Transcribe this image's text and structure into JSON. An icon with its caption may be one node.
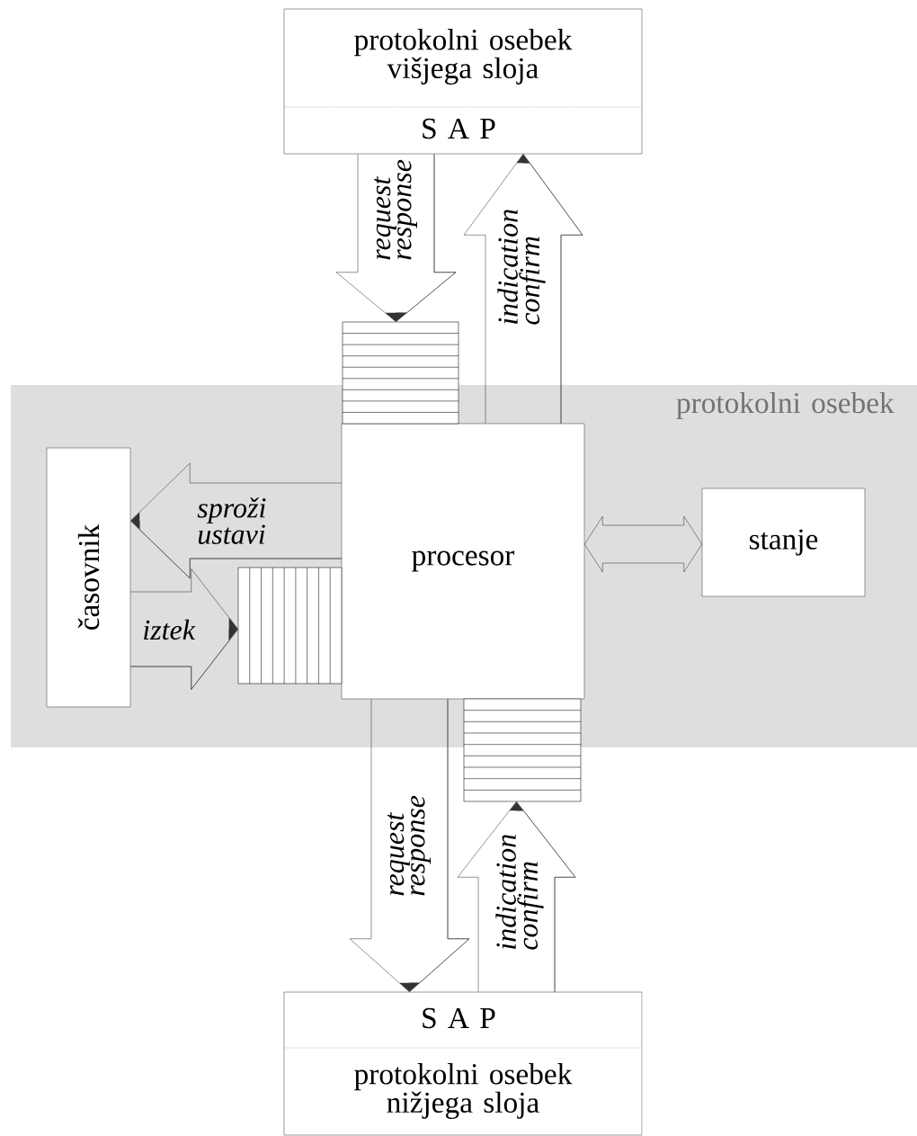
{
  "diagram": {
    "nodes": [
      {
        "text": [
          "protokolni osebek višjega sloja",
          "S A P"
        ]
      },
      {
        "text": [
          "protokolni osebek"
        ]
      },
      {
        "text": [
          "procesor"
        ],
        "in": 1
      },
      {
        "text": [
          "časovnik"
        ],
        "in": 1
      },
      {
        "text": [
          "stanje"
        ],
        "in": 1
      },
      {
        "text": [
          "S A P",
          "protokolni osebek nižjega sloja"
        ]
      },
      {
        "text": [],
        "shape": "box"
      },
      {
        "text": [],
        "shape": "box",
        "in": 1
      },
      {
        "text": [],
        "shape": "box"
      }
    ],
    "edges": [
      {
        "from": 0,
        "to": 6,
        "arrow": "to",
        "label": "request response"
      },
      {
        "from": 2,
        "to": 0,
        "arrow": "to",
        "label": "indication confirm"
      },
      {
        "from": 2,
        "to": 3,
        "arrow": "to",
        "label": "sproži ustavi"
      },
      {
        "from": 3,
        "to": 7,
        "arrow": "to",
        "label": "iztek"
      },
      {
        "from": 2,
        "to": 4,
        "arrow": "both"
      },
      {
        "from": 2,
        "to": 5,
        "arrow": "to",
        "label": "request response"
      },
      {
        "from": 5,
        "to": 8,
        "arrow": "to",
        "label": "indication confirm"
      }
    ]
  }
}
